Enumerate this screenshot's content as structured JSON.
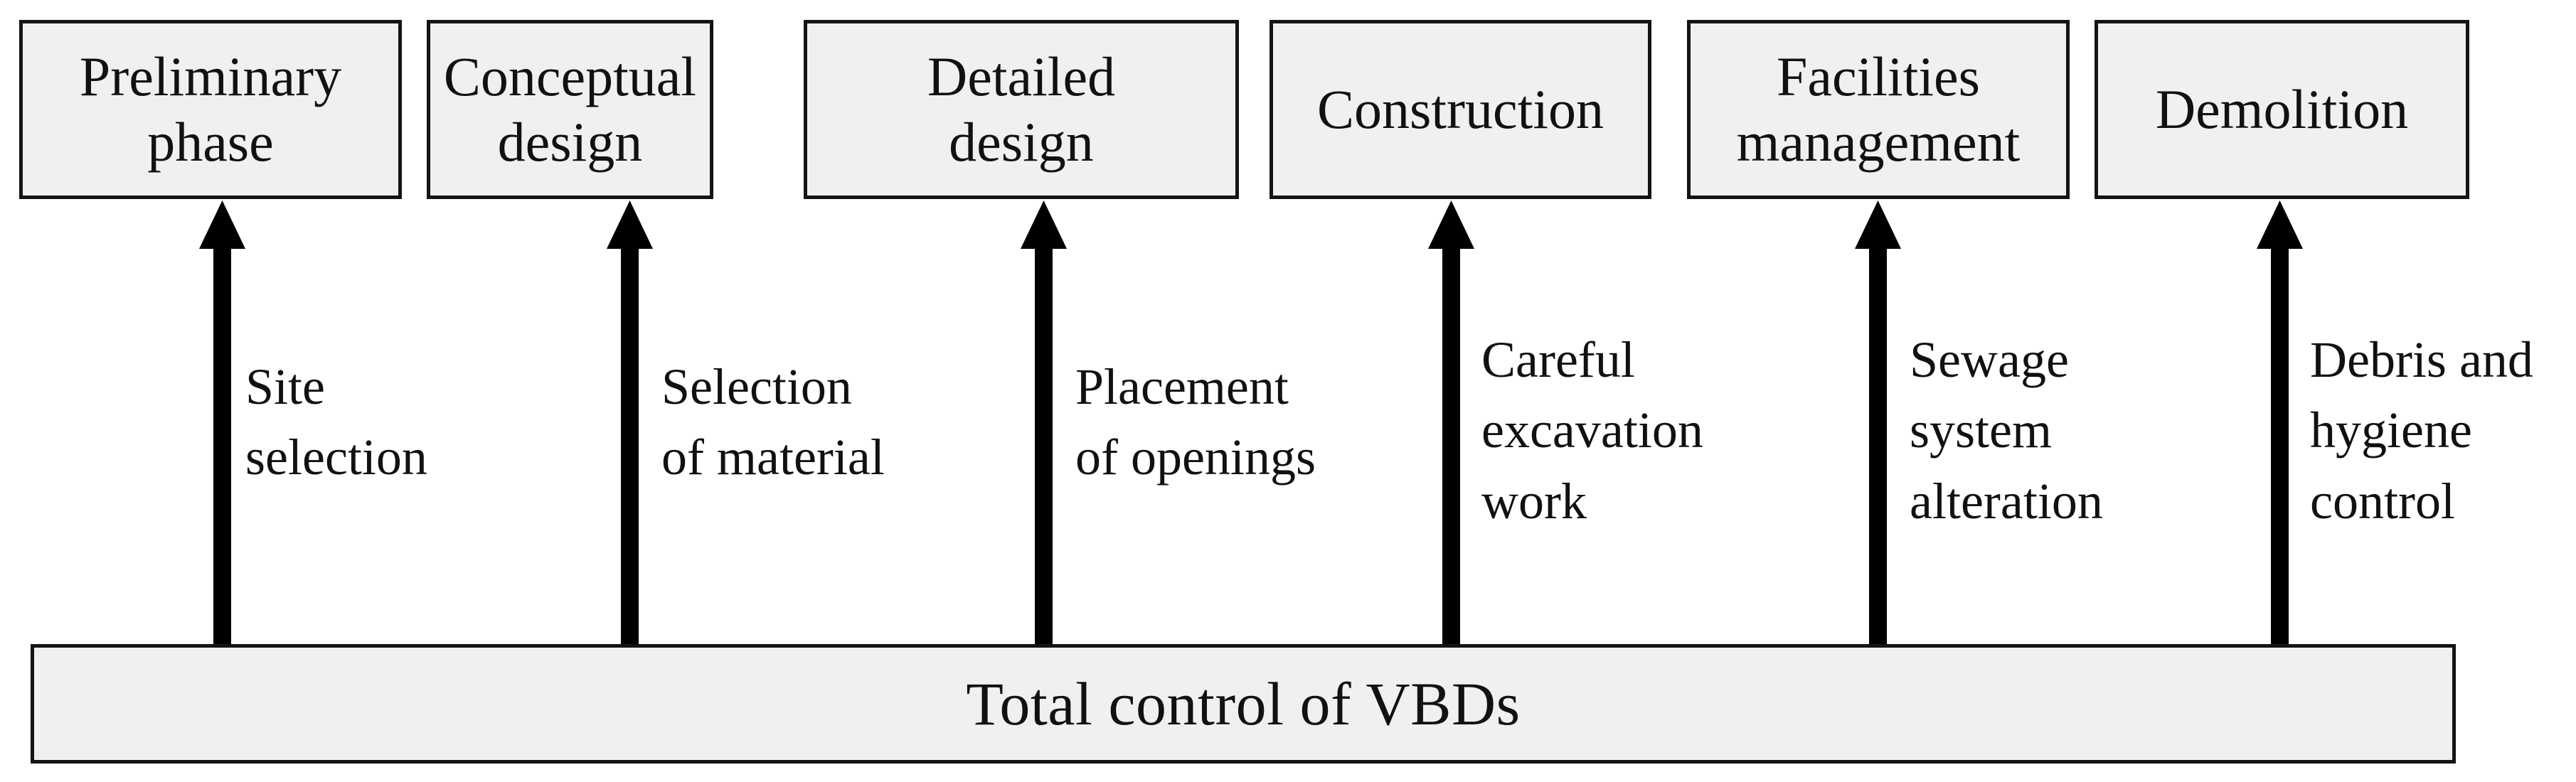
{
  "diagram": {
    "type": "process-flow-with-bidirectional-arrows",
    "background_color": "#ffffff",
    "box_fill_color": "#f0f0f0",
    "box_border_color": "#141414",
    "arrow_color": "#000000",
    "text_color": "#111111",
    "phases": [
      {
        "id": "preliminary-phase",
        "label": "Preliminary\nphase",
        "link_label": "Site\nselection"
      },
      {
        "id": "conceptual-design",
        "label": "Conceptual\ndesign",
        "link_label": "Selection\nof material"
      },
      {
        "id": "detailed-design",
        "label": "Detailed\ndesign",
        "link_label": "Placement\nof openings"
      },
      {
        "id": "construction",
        "label": "Construction",
        "link_label": "Careful\nexcavation\nwork"
      },
      {
        "id": "facilities-management",
        "label": "Facilities\nmanagement",
        "link_label": "Sewage\nsystem\nalteration"
      },
      {
        "id": "demolition",
        "label": "Demolition",
        "link_label": "Debris and\nhygiene\ncontrol"
      }
    ],
    "footer": {
      "label": "Total control of VBDs"
    }
  }
}
